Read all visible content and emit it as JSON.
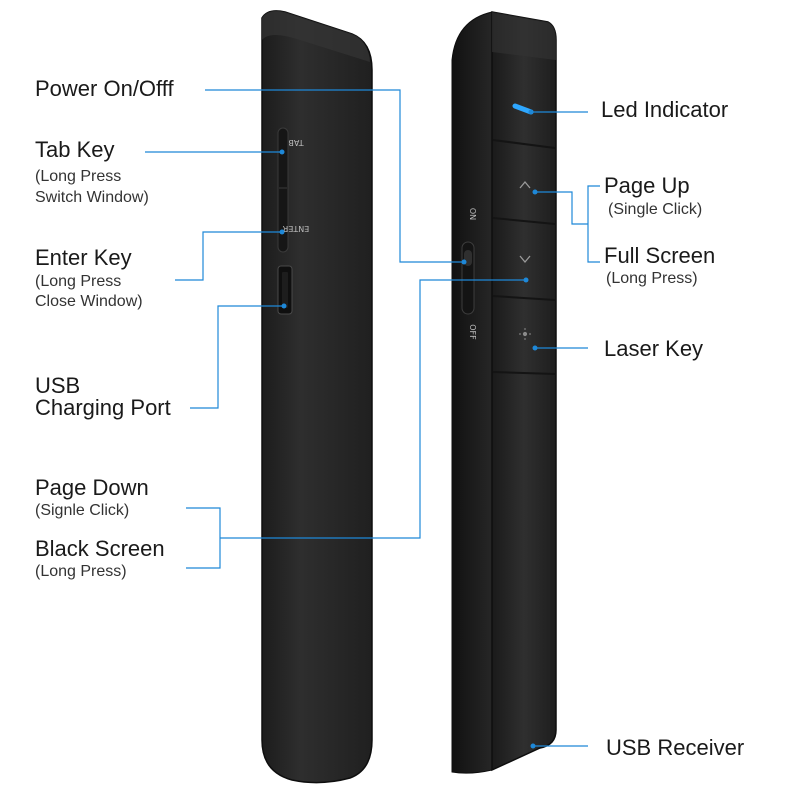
{
  "colors": {
    "leader_line": "#1e88d8",
    "device_body": "#2b2b2b",
    "device_edge": "#141414",
    "led": "#2ea7ff"
  },
  "device": {
    "left_unit": {
      "tab_label": "TAB",
      "enter_label": "ENTER",
      "on_label": "ON",
      "off_label": "OFF"
    },
    "right_unit": {
      "up_key_icon": "chevron-up-icon",
      "down_key_icon": "chevron-down-icon",
      "laser_key_icon": "laser-icon"
    }
  },
  "callouts": {
    "power": {
      "title": "Power On/Offf"
    },
    "tab_key": {
      "title": "Tab Key",
      "sub_line1": "(Long Press",
      "sub_line2": "Switch Window)"
    },
    "enter_key": {
      "title": "Enter Key",
      "sub_line1": "(Long Press",
      "sub_line2": "Close Window)"
    },
    "usb_port": {
      "line1": "USB",
      "line2": "Charging Port"
    },
    "page_down": {
      "title": "Page Down",
      "sub": "(Signle Click)"
    },
    "black_screen": {
      "title": "Black Screen",
      "sub": "(Long Press)"
    },
    "led": {
      "title": "Led Indicator"
    },
    "page_up": {
      "title": "Page Up",
      "sub": "(Single Click)"
    },
    "full_screen": {
      "title": "Full Screen",
      "sub": "(Long Press)"
    },
    "laser_key": {
      "title": "Laser Key"
    },
    "usb_receiver": {
      "title": "USB Receiver"
    }
  }
}
